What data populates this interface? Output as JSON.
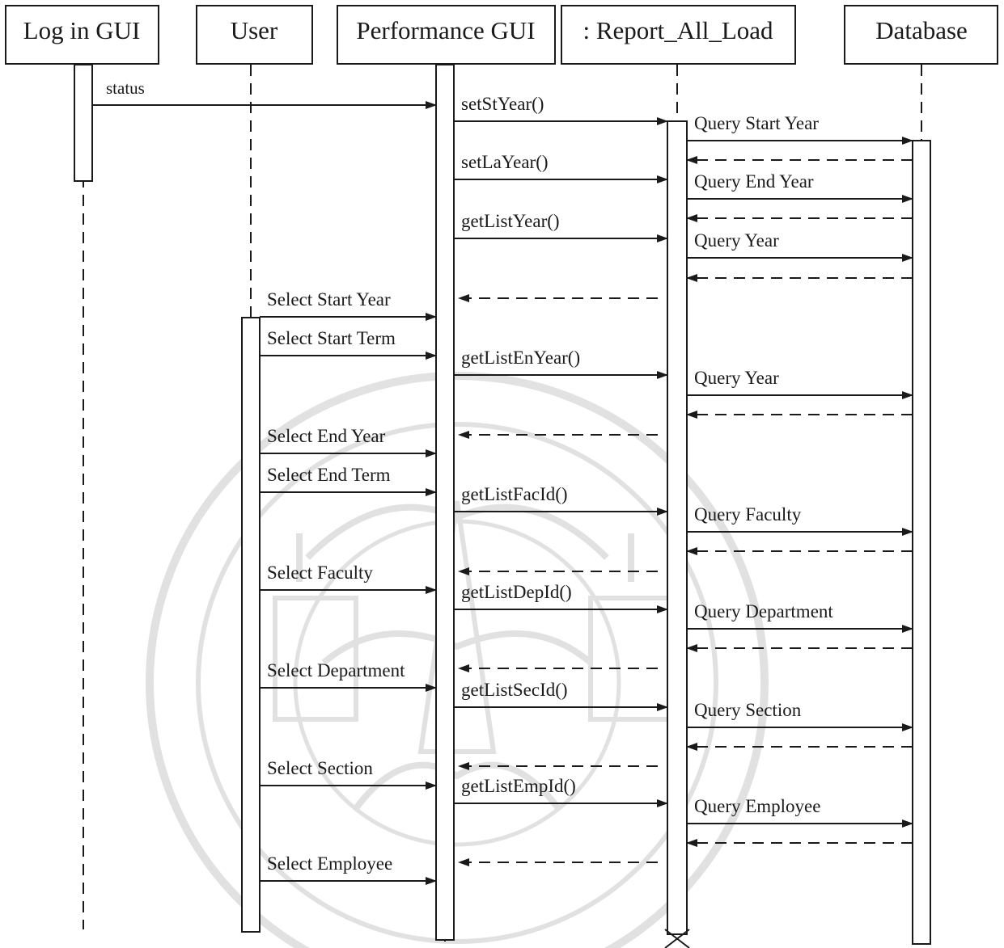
{
  "diagram": {
    "type": "sequence",
    "watermark": "seal",
    "participants": [
      {
        "id": "login",
        "label": "Log in GUI"
      },
      {
        "id": "user",
        "label": "User"
      },
      {
        "id": "perf",
        "label": "Performance GUI"
      },
      {
        "id": "report",
        "label": ": Report_All_Load"
      },
      {
        "id": "db",
        "label": "Database"
      }
    ],
    "messages": [
      {
        "from": "login",
        "to": "perf",
        "label": "status",
        "kind": "call"
      },
      {
        "from": "perf",
        "to": "report",
        "label": "setStYear()",
        "kind": "call"
      },
      {
        "from": "report",
        "to": "db",
        "label": "Query Start Year",
        "kind": "call"
      },
      {
        "from": "db",
        "to": "report",
        "label": "",
        "kind": "return"
      },
      {
        "from": "perf",
        "to": "report",
        "label": "setLaYear()",
        "kind": "call"
      },
      {
        "from": "report",
        "to": "db",
        "label": "Query End Year",
        "kind": "call"
      },
      {
        "from": "db",
        "to": "report",
        "label": "",
        "kind": "return"
      },
      {
        "from": "perf",
        "to": "report",
        "label": "getListYear()",
        "kind": "call"
      },
      {
        "from": "report",
        "to": "db",
        "label": "Query Year",
        "kind": "call"
      },
      {
        "from": "db",
        "to": "report",
        "label": "",
        "kind": "return"
      },
      {
        "from": "report",
        "to": "perf",
        "label": "",
        "kind": "return"
      },
      {
        "from": "user",
        "to": "perf",
        "label": "Select Start Year",
        "kind": "call"
      },
      {
        "from": "user",
        "to": "perf",
        "label": "Select Start Term",
        "kind": "call"
      },
      {
        "from": "perf",
        "to": "report",
        "label": "getListEnYear()",
        "kind": "call"
      },
      {
        "from": "report",
        "to": "db",
        "label": "Query Year",
        "kind": "call"
      },
      {
        "from": "db",
        "to": "report",
        "label": "",
        "kind": "return"
      },
      {
        "from": "report",
        "to": "perf",
        "label": "",
        "kind": "return"
      },
      {
        "from": "user",
        "to": "perf",
        "label": "Select End Year",
        "kind": "call"
      },
      {
        "from": "user",
        "to": "perf",
        "label": "Select End Term",
        "kind": "call"
      },
      {
        "from": "perf",
        "to": "report",
        "label": "getListFacId()",
        "kind": "call"
      },
      {
        "from": "report",
        "to": "db",
        "label": "Query Faculty",
        "kind": "call"
      },
      {
        "from": "db",
        "to": "report",
        "label": "",
        "kind": "return"
      },
      {
        "from": "report",
        "to": "perf",
        "label": "",
        "kind": "return"
      },
      {
        "from": "user",
        "to": "perf",
        "label": "Select Faculty",
        "kind": "call"
      },
      {
        "from": "perf",
        "to": "report",
        "label": "getListDepId()",
        "kind": "call"
      },
      {
        "from": "report",
        "to": "db",
        "label": "Query Department",
        "kind": "call"
      },
      {
        "from": "db",
        "to": "report",
        "label": "",
        "kind": "return"
      },
      {
        "from": "report",
        "to": "perf",
        "label": "",
        "kind": "return"
      },
      {
        "from": "user",
        "to": "perf",
        "label": "Select Department",
        "kind": "call"
      },
      {
        "from": "perf",
        "to": "report",
        "label": "getListSecId()",
        "kind": "call"
      },
      {
        "from": "report",
        "to": "db",
        "label": "Query Section",
        "kind": "call"
      },
      {
        "from": "db",
        "to": "report",
        "label": "",
        "kind": "return"
      },
      {
        "from": "report",
        "to": "perf",
        "label": "",
        "kind": "return"
      },
      {
        "from": "user",
        "to": "perf",
        "label": "Select Section",
        "kind": "call"
      },
      {
        "from": "perf",
        "to": "report",
        "label": "getListEmpId()",
        "kind": "call"
      },
      {
        "from": "report",
        "to": "db",
        "label": "Query Employee",
        "kind": "call"
      },
      {
        "from": "db",
        "to": "report",
        "label": "",
        "kind": "return"
      },
      {
        "from": "report",
        "to": "perf",
        "label": "",
        "kind": "return"
      },
      {
        "from": "user",
        "to": "perf",
        "label": "Select Employee",
        "kind": "call"
      }
    ]
  }
}
